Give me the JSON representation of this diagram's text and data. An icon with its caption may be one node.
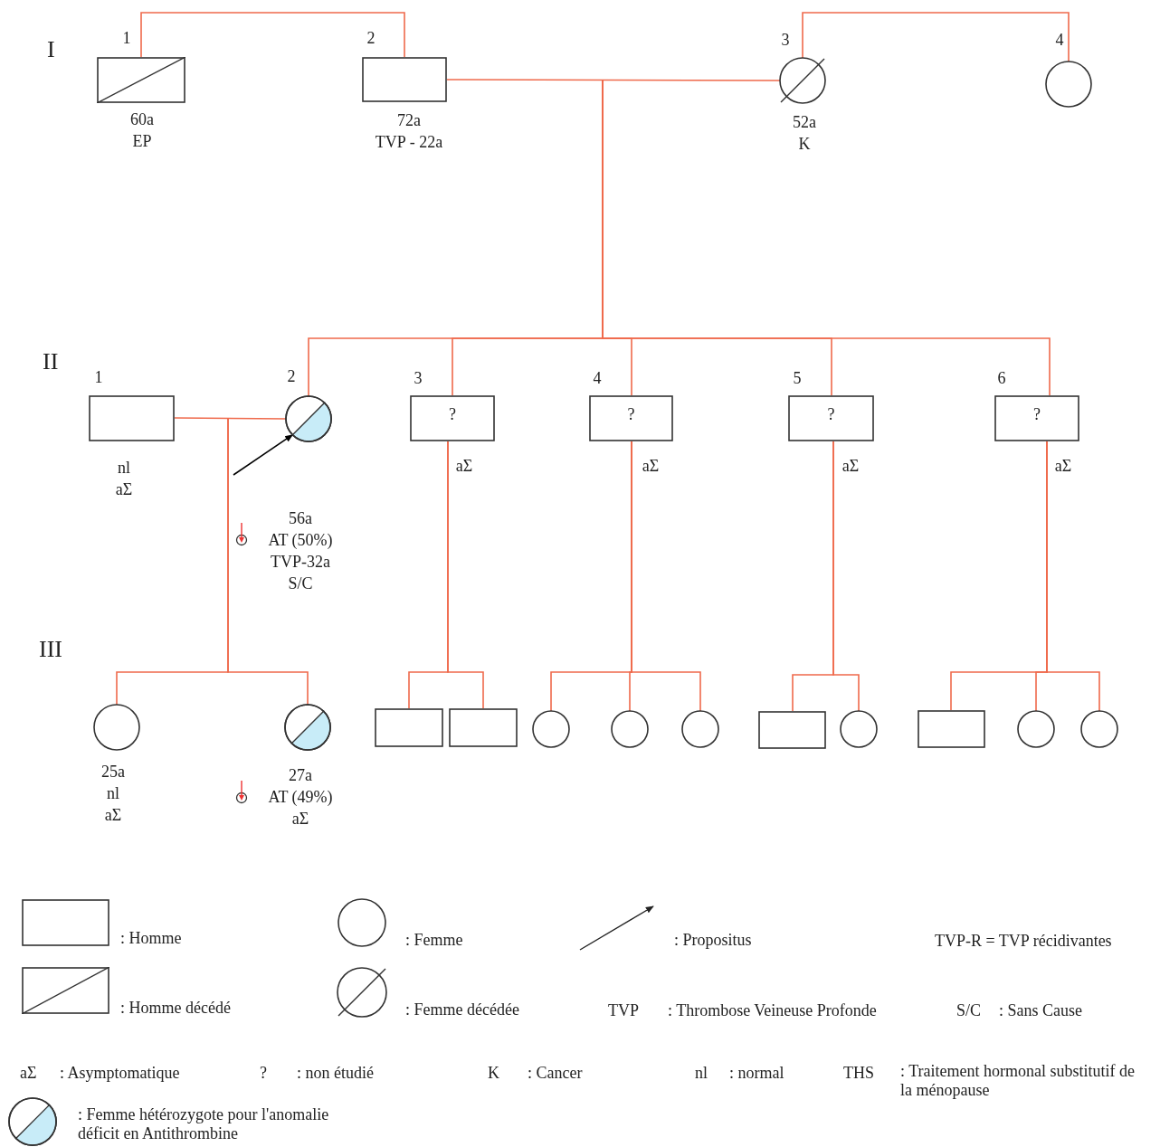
{
  "diagram": {
    "nodes": [
      {
        "text": [
          "1"
        ],
        "beside": [
          "60a",
          "EP"
        ]
      },
      {
        "text": [
          "2"
        ],
        "beside": [
          "72a",
          "TVP - 22a"
        ]
      },
      {
        "text": [
          "3"
        ],
        "beside": [
          "52a",
          "K"
        ]
      },
      {
        "text": [
          "4"
        ]
      },
      {
        "text": [
          "1"
        ],
        "beside": [
          "nl",
          "aΣ"
        ]
      },
      {
        "text": [
          "2"
        ],
        "beside": [
          "56a",
          "AT (50%)",
          "TVP-32a",
          "S/C"
        ]
      },
      {
        "text": [
          "3",
          "?"
        ],
        "beside": [
          "aΣ"
        ]
      },
      {
        "text": [
          "4",
          "?"
        ],
        "beside": [
          "aΣ"
        ]
      },
      {
        "text": [
          "5",
          "?"
        ],
        "beside": [
          "aΣ"
        ]
      },
      {
        "text": [
          "6",
          "?"
        ],
        "beside": [
          "aΣ"
        ]
      },
      {
        "text": [],
        "shape": "circle",
        "beside": [
          "25a",
          "nl",
          "aΣ"
        ]
      },
      {
        "text": [],
        "shape": "circle",
        "beside": [
          "27a",
          "AT (49%)",
          "aΣ"
        ]
      },
      {
        "text": [],
        "shape": "box"
      },
      {
        "text": [],
        "shape": "box"
      },
      {
        "text": [],
        "shape": "circle"
      },
      {
        "text": [],
        "shape": "circle"
      },
      {
        "text": [],
        "shape": "circle"
      },
      {
        "text": [],
        "shape": "box"
      },
      {
        "text": [],
        "shape": "circle"
      },
      {
        "text": [],
        "shape": "box"
      },
      {
        "text": [],
        "shape": "circle"
      },
      {
        "text": [],
        "shape": "circle"
      }
    ],
    "edges": [
      {
        "from": 0,
        "to": 1,
        "arrow": "none"
      },
      {
        "from": 2,
        "to": 3,
        "arrow": "none"
      },
      {
        "from": 1,
        "to": 2,
        "arrow": "none"
      },
      {
        "from": null,
        "to": 5,
        "arrow": "none"
      },
      {
        "from": null,
        "to": 6,
        "arrow": "none"
      },
      {
        "from": null,
        "to": 7,
        "arrow": "none"
      },
      {
        "from": null,
        "to": 8,
        "arrow": "none"
      },
      {
        "from": null,
        "to": 9,
        "arrow": "none"
      },
      {
        "from": 4,
        "to": 5,
        "arrow": "none"
      },
      {
        "from": null,
        "to": 10,
        "arrow": "none"
      },
      {
        "from": null,
        "to": 11,
        "arrow": "none"
      },
      {
        "from": 6,
        "to": 12,
        "arrow": "none"
      },
      {
        "from": 6,
        "to": 13,
        "arrow": "none"
      },
      {
        "from": 7,
        "to": 14,
        "arrow": "none"
      },
      {
        "from": 7,
        "to": 15,
        "arrow": "none"
      },
      {
        "from": 7,
        "to": 16,
        "arrow": "none"
      },
      {
        "from": 8,
        "to": 17,
        "arrow": "none"
      },
      {
        "from": 8,
        "to": 18,
        "arrow": "none"
      },
      {
        "from": 9,
        "to": 19,
        "arrow": "none"
      },
      {
        "from": 9,
        "to": 20,
        "arrow": "none"
      },
      {
        "from": 9,
        "to": 21,
        "arrow": "none"
      },
      {
        "from": null,
        "to": 5,
        "arrow": "to",
        "color": "#000000"
      }
    ],
    "labels": [
      "I",
      "II",
      "III",
      "TVP-R = TVP récidivantes",
      "TVP",
      ": Thrombose Veineuse Profonde",
      "S/C",
      ": Sans Cause",
      "aΣ",
      ": Asymptomatique",
      "?",
      ": non étudié",
      "K",
      ": Cancer",
      "nl",
      ": normal",
      "THS",
      ": Traitement hormonal substitutif de la ménopause"
    ],
    "legend": [
      {
        "text": ": Homme"
      },
      {
        "text": ": Femme"
      },
      {
        "text": ": Propositus"
      },
      {
        "text": ": Homme décédé"
      },
      {
        "text": ": Femme décédée"
      },
      {
        "text": ": Femme hétérozygote pour l'anomalie déficit en Antithrombine"
      }
    ]
  }
}
